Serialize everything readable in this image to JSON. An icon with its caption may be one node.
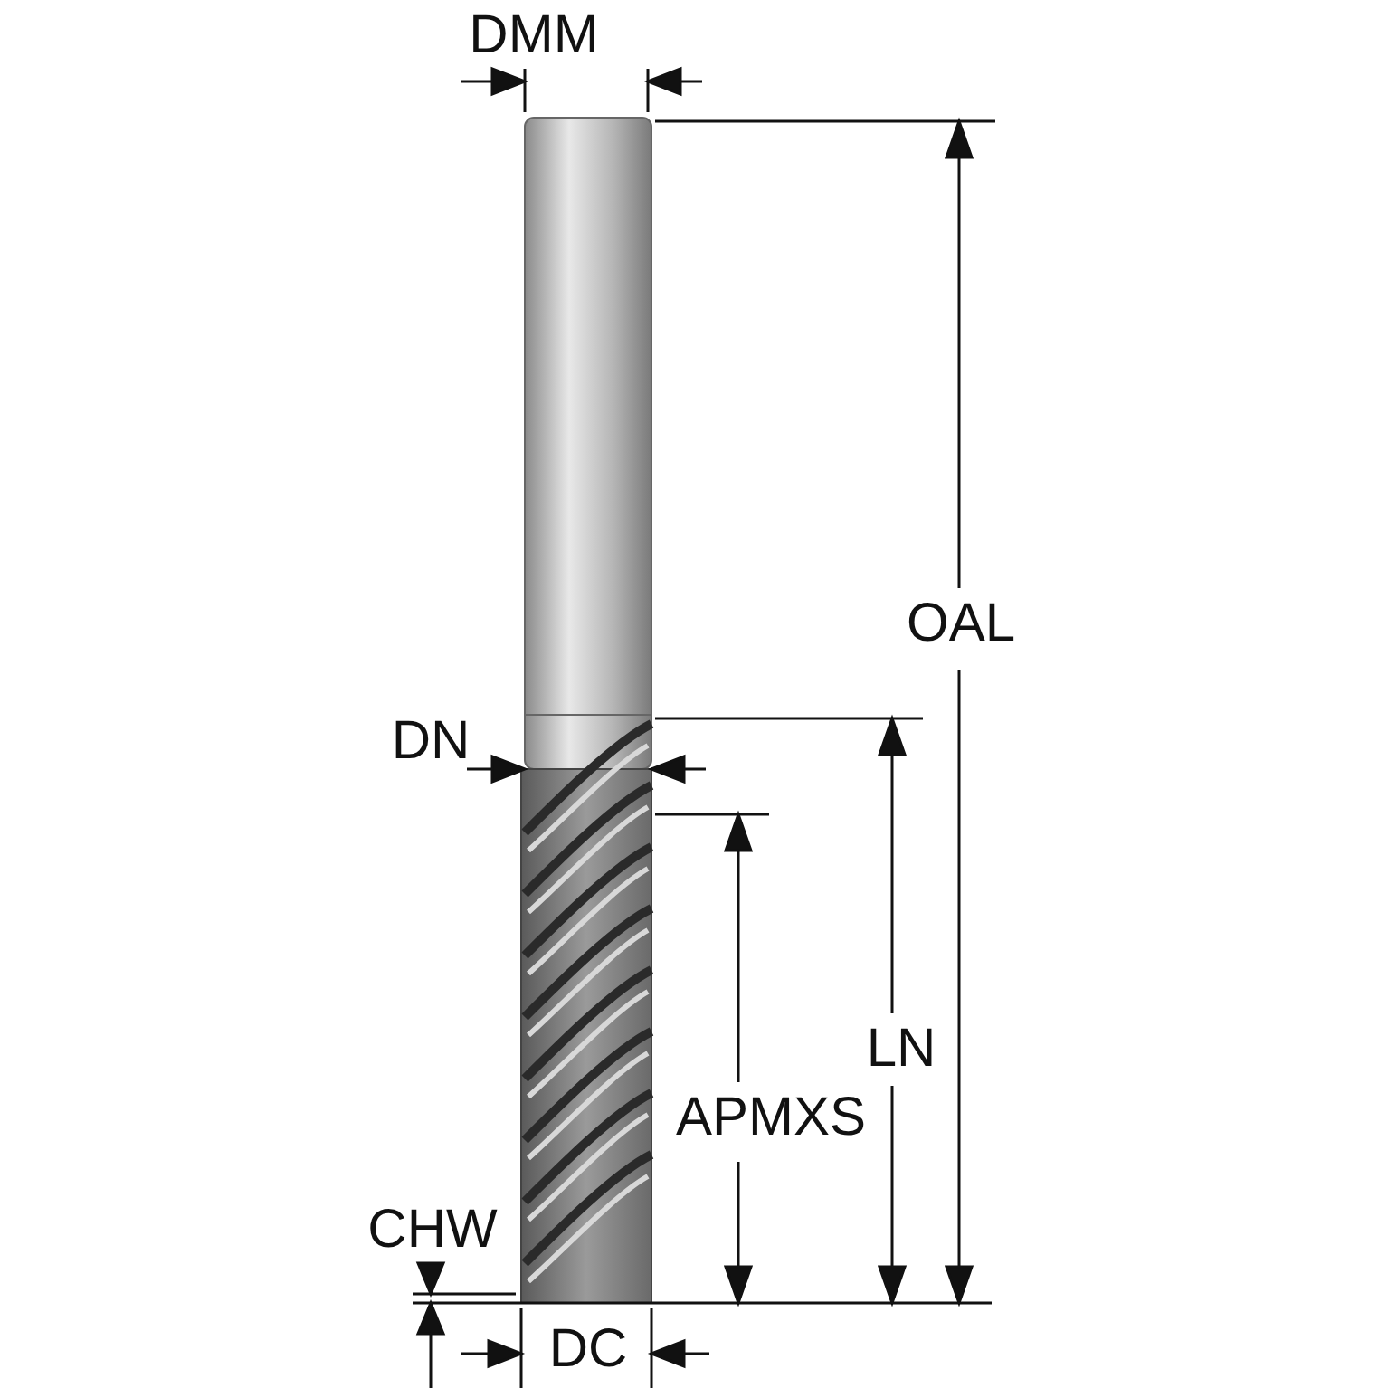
{
  "diagram": {
    "labels": [
      "DMM",
      "OAL",
      "DN",
      "LN",
      "APMXS",
      "CHW",
      "DC"
    ]
  }
}
